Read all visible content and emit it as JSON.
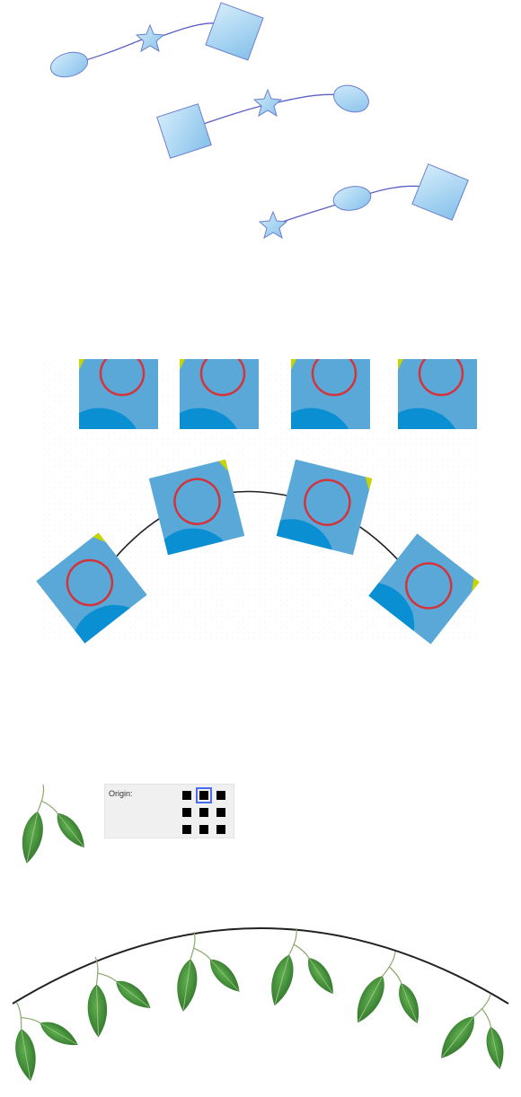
{
  "colors": {
    "shape_fill_top": "#c3e4f8",
    "shape_fill_bottom": "#8ec6ec",
    "shape_stroke": "#6a7fd0",
    "path_stroke": "#5b5fc7",
    "tile_blue": "#5aa8d8",
    "tile_dark_blue": "#0a8fd3",
    "tile_ring": "#d4333a",
    "tile_accent": "#c8d400",
    "leaf_green": "#3f8f3a",
    "leaf_dark": "#2a6a28",
    "curve": "#222222",
    "origin_selected": "#4a6cf0"
  },
  "blend_diagram": {
    "shapes": [
      "ellipse",
      "star",
      "square"
    ]
  },
  "tiles_diagram": {
    "tile_icon": "circle-ring-icon"
  },
  "leaves_diagram": {
    "origin_panel": {
      "label": "Origin:",
      "selected_index": 1
    }
  }
}
